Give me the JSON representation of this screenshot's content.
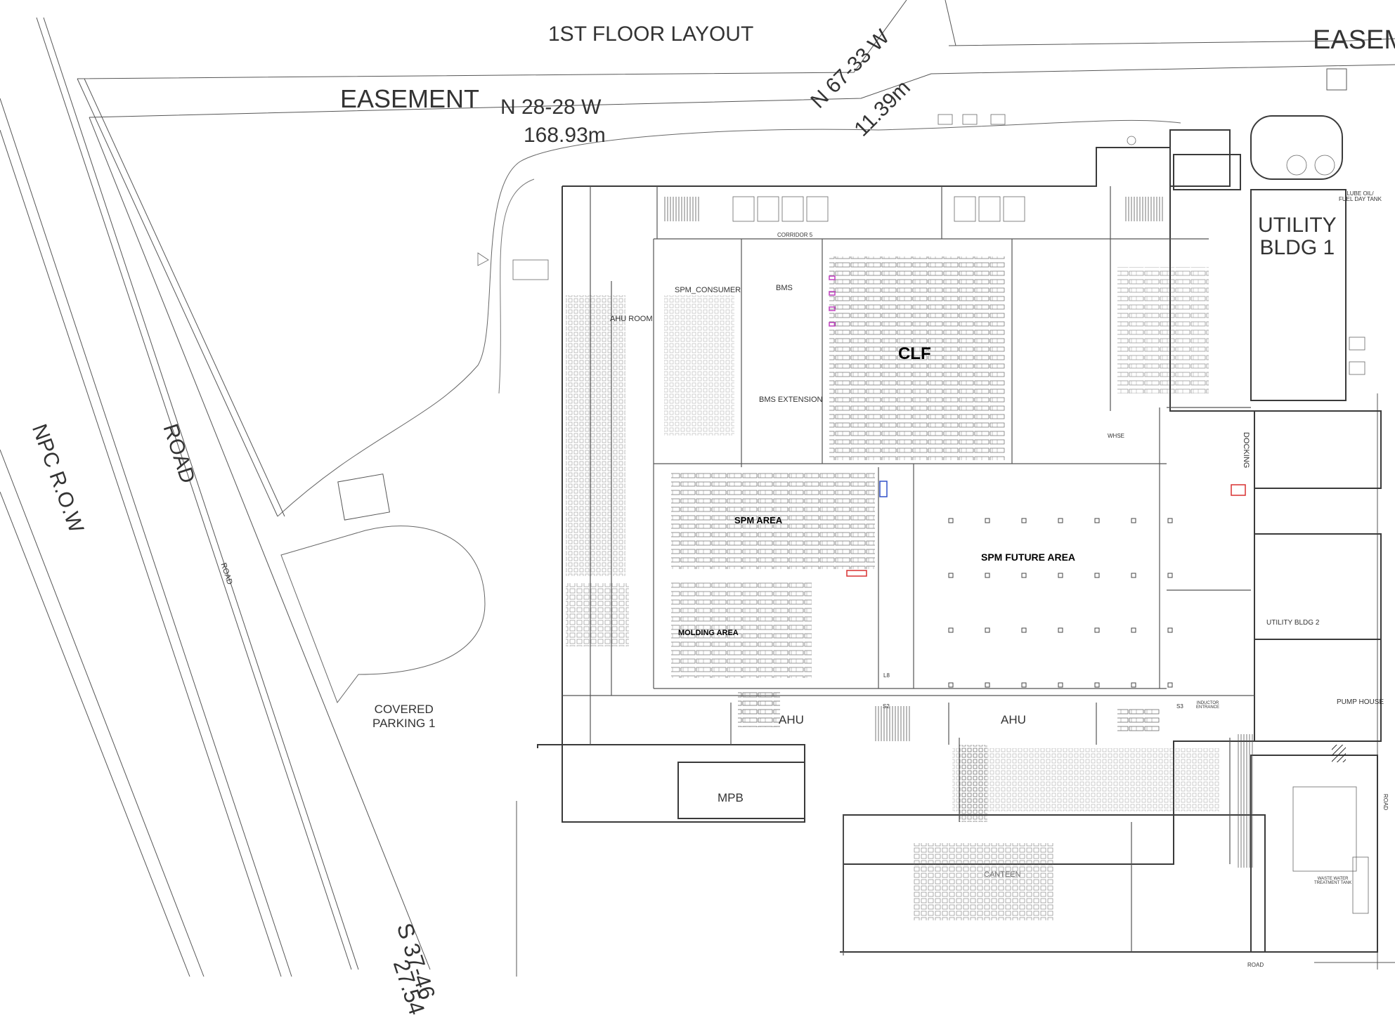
{
  "title": "1ST FLOOR LAYOUT",
  "site": {
    "easement_left": "EASEMENT",
    "easement_right": "EASEM",
    "bearing_top": "N  28-28  W",
    "distance_top": "168.93m",
    "bearing_angled": "N 67-33 W",
    "distance_angled": "11.39m",
    "bearing_bottom": "S  37-46",
    "distance_bottom": "27.54",
    "road_label": "ROAD",
    "npc_row_label": "NPC  R.O.W",
    "road_small_1": "ROAD",
    "road_small_2": "ROAD",
    "road_small_3": "ROAD",
    "covered_parking": "COVERED\nPARKING 1"
  },
  "areas": {
    "clf": "CLF",
    "spm_area": "SPM AREA",
    "spm_future_area": "SPM FUTURE AREA",
    "molding_area": "MOLDING AREA",
    "spm_consumer": "SPM_CONSUMER",
    "bms": "BMS",
    "bms_extension": "BMS EXTENSION",
    "ahu_room": "AHU ROOM",
    "corridor_5": "CORRIDOR 5",
    "whse": "WHSE",
    "docking": "DOCKING",
    "utility_bldg_1": "UTILITY\nBLDG 1",
    "utility_bldg_2": "UTILITY BLDG 2",
    "pump_house": "PUMP HOUSE",
    "ahu_left": "AHU",
    "ahu_right": "AHU",
    "mpb": "MPB",
    "canteen": "CANTEEN",
    "lube_oil_day_tank": "LUBE OIL/\nFUEL DAY TANK",
    "waste_water": "WASTE WATER\nTREATMENT TANK",
    "inductor_entrance": "INDUCTOR\nENTRANCE",
    "s2": "S2",
    "s3": "S3",
    "l8": "L8"
  },
  "colors": {
    "line": "#4a4a4a",
    "faint": "#9a9a9a",
    "fill": "#ececec",
    "hatch": "#606060",
    "accent_red": "#d83030",
    "accent_blue": "#3050c8",
    "accent_magenta": "#c040c0"
  }
}
